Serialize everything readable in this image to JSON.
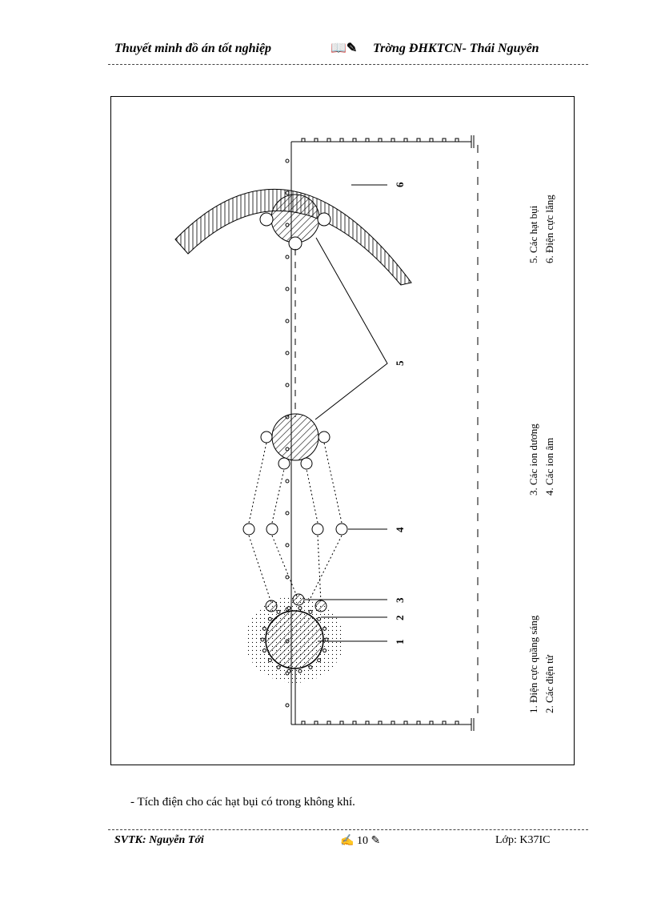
{
  "header": {
    "left": "Thuyết minh đồ án tốt nghiệp",
    "icon": "book-pen-icon",
    "right": "Trờng ĐHKTCN- Thái Nguyên"
  },
  "figure": {
    "callouts": [
      "1",
      "2",
      "3",
      "4",
      "5",
      "6"
    ],
    "legend": {
      "col1": [
        "1. Điện cực quầng sáng",
        "2. Các điện tử"
      ],
      "col2": [
        "3. Các ion dương",
        "4. Các ion âm"
      ],
      "col3": [
        "5. Các hạt bụi",
        "6. Điện cực lắng"
      ]
    },
    "ion_sign": "-"
  },
  "caption": "- Tích điện cho các hạt bụi có trong không khí.",
  "footer": {
    "left": "SVTK: Nguyễn Tới",
    "page": "10",
    "right": "Lớp: K37IC"
  }
}
